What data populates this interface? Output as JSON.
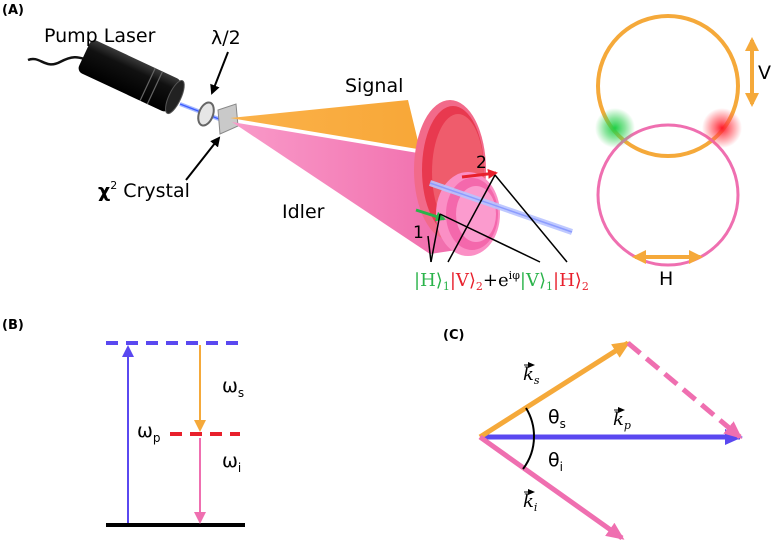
{
  "panels": {
    "a": "(A)",
    "b": "(B)",
    "c": "(C)"
  },
  "setup": {
    "pump_laser": "Pump Laser",
    "half_wave_plate": "λ/2",
    "crystal": "χ",
    "crystal_power": "2",
    "crystal_suffix": " Crystal",
    "signal": "Signal",
    "idler": "Idler",
    "beam_1": "1",
    "beam_2": "2"
  },
  "state": {
    "H": "H",
    "V": "V",
    "sub1": "1",
    "sub2": "2",
    "plus": "+",
    "e": "e",
    "phase": "iφ"
  },
  "rings": {
    "v_label": "V",
    "h_label": "H"
  },
  "energy": {
    "omega": "ω",
    "p": "p",
    "s": "s",
    "i": "i"
  },
  "phase_matching": {
    "k": "k",
    "p": "p",
    "s": "s",
    "i": "i",
    "theta": "θ"
  },
  "colors": {
    "signal_orange": "#f5a93a",
    "idler_pink": "#ef6fb0",
    "pump_blue": "#5a48f0",
    "green": "#2ab34a",
    "red": "#e8202c"
  }
}
